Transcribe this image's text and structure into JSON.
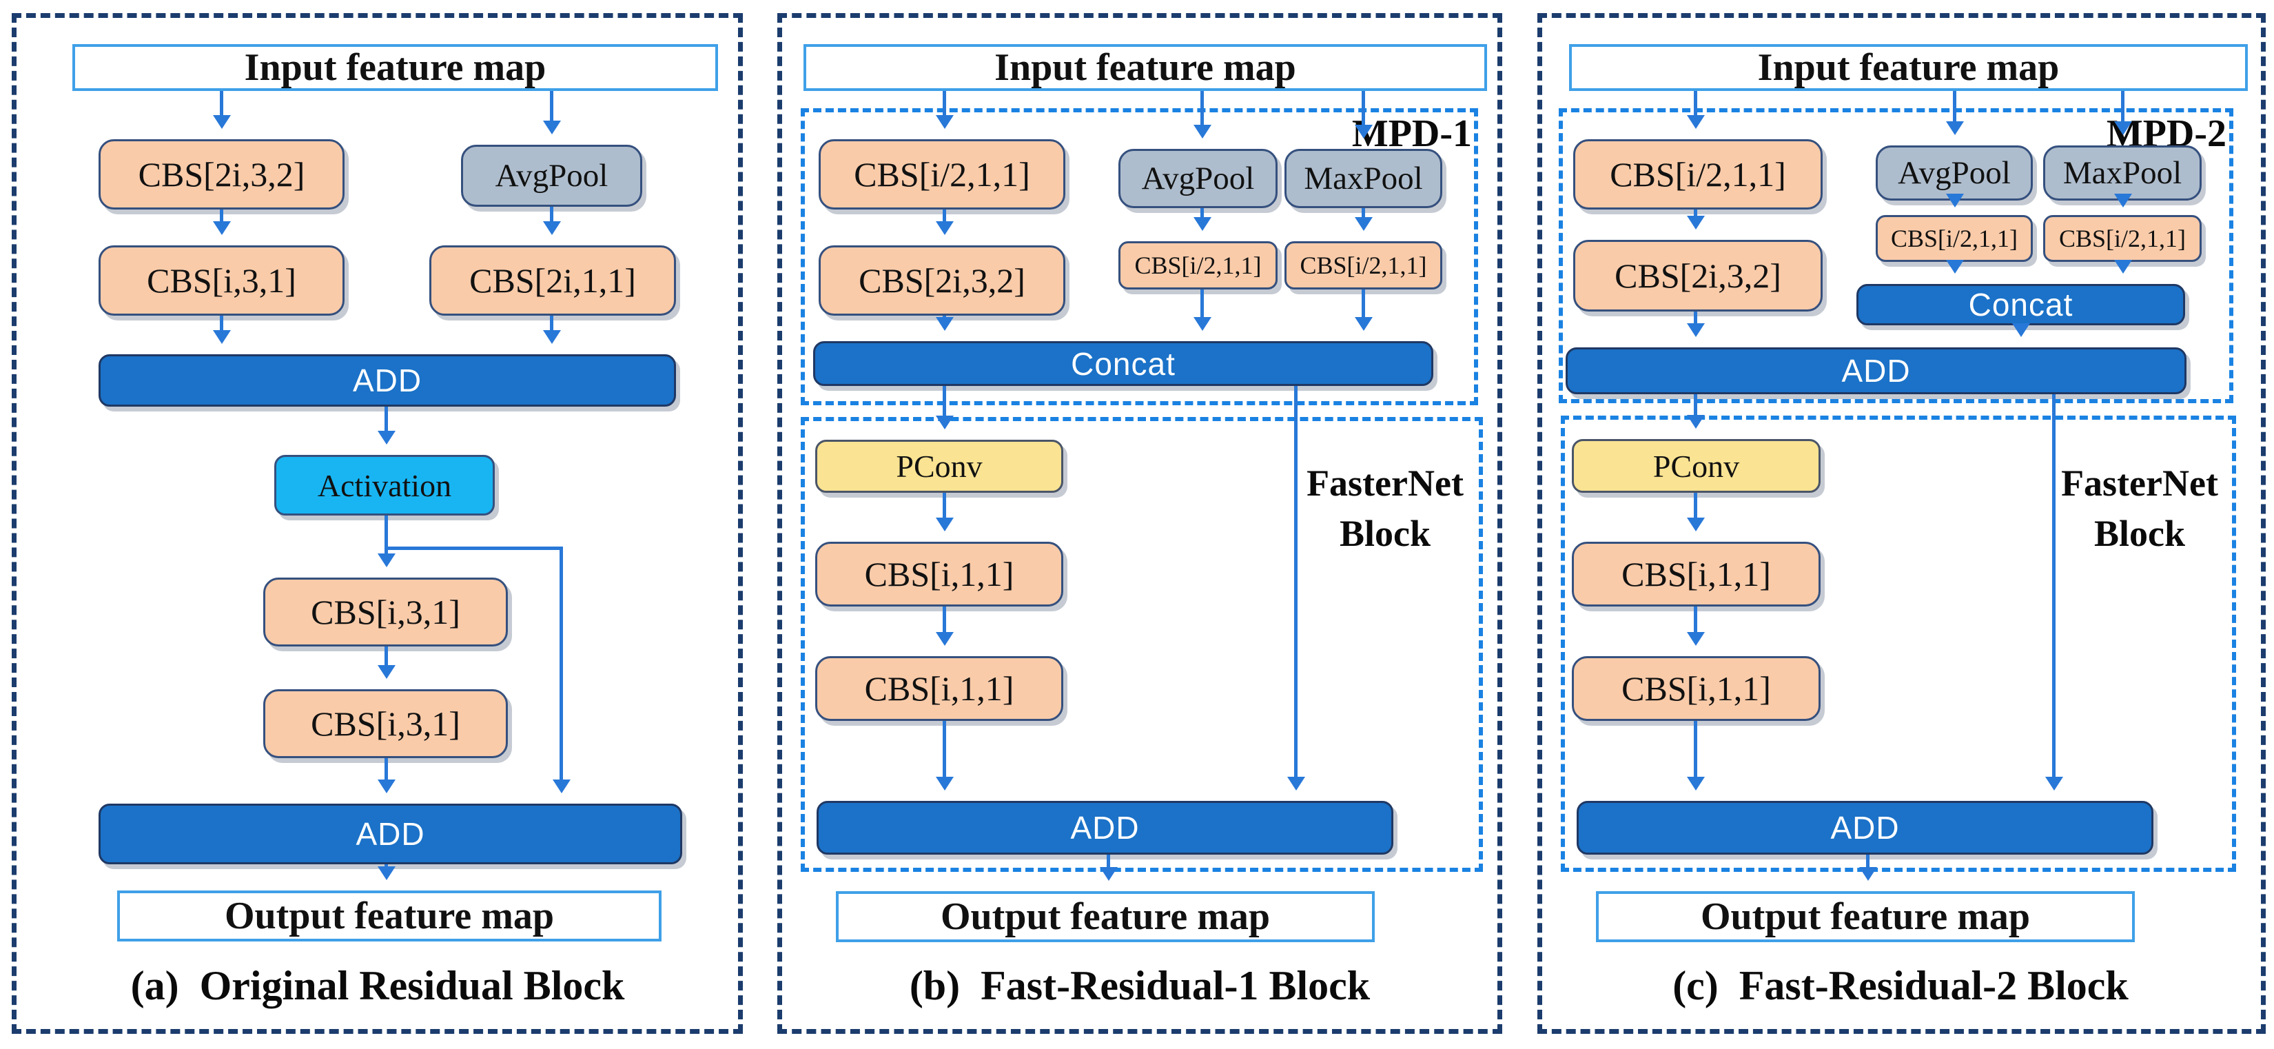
{
  "colors": {
    "panel_border": "#1B3C6D",
    "inner_border": "#1A82E2",
    "arrow": "#2878D8",
    "cbs_fill": "#F9CBA9",
    "pool_fill": "#AEBDCD",
    "bar_fill": "#1B72C8",
    "activation_fill": "#18B5F2",
    "pconv_fill": "#FAE392",
    "io_border": "#3FA0E8"
  },
  "a": {
    "input": "Input feature map",
    "cbs232": "CBS[2i,3,2]",
    "avgpool": "AvgPool",
    "cbs_i31": "CBS[i,3,1]",
    "cbs_2i11": "CBS[2i,1,1]",
    "add1": "ADD",
    "activation": "Activation",
    "cbs_i31_2": "CBS[i,3,1]",
    "cbs_i31_3": "CBS[i,3,1]",
    "add2": "ADD",
    "output": "Output feature map",
    "caption": "(a)  Original Residual Block"
  },
  "b": {
    "input": "Input feature map",
    "mpd": "MPD-1",
    "cbs_half": "CBS[i/2,1,1]",
    "avgpool": "AvgPool",
    "maxpool": "MaxPool",
    "cbs232": "CBS[2i,3,2]",
    "cbs_half_s1": "CBS[i/2,1,1]",
    "cbs_half_s2": "CBS[i/2,1,1]",
    "concat": "Concat",
    "pconv": "PConv",
    "cbs111_1": "CBS[i,1,1]",
    "cbs111_2": "CBS[i,1,1]",
    "add": "ADD",
    "fasternet1": "FasterNet",
    "fasternet2": "Block",
    "output": "Output feature map",
    "caption": "(b)  Fast-Residual-1 Block"
  },
  "c": {
    "input": "Input feature map",
    "mpd": "MPD-2",
    "cbs_half": "CBS[i/2,1,1]",
    "avgpool": "AvgPool",
    "maxpool": "MaxPool",
    "cbs_half_s1": "CBS[i/2,1,1]",
    "cbs_half_s2": "CBS[i/2,1,1]",
    "cbs232": "CBS[2i,3,2]",
    "concat": "Concat",
    "add_mpd": "ADD",
    "pconv": "PConv",
    "cbs111_1": "CBS[i,1,1]",
    "cbs111_2": "CBS[i,1,1]",
    "add": "ADD",
    "fasternet1": "FasterNet",
    "fasternet2": "Block",
    "output": "Output feature map",
    "caption": "(c)  Fast-Residual-2 Block"
  }
}
